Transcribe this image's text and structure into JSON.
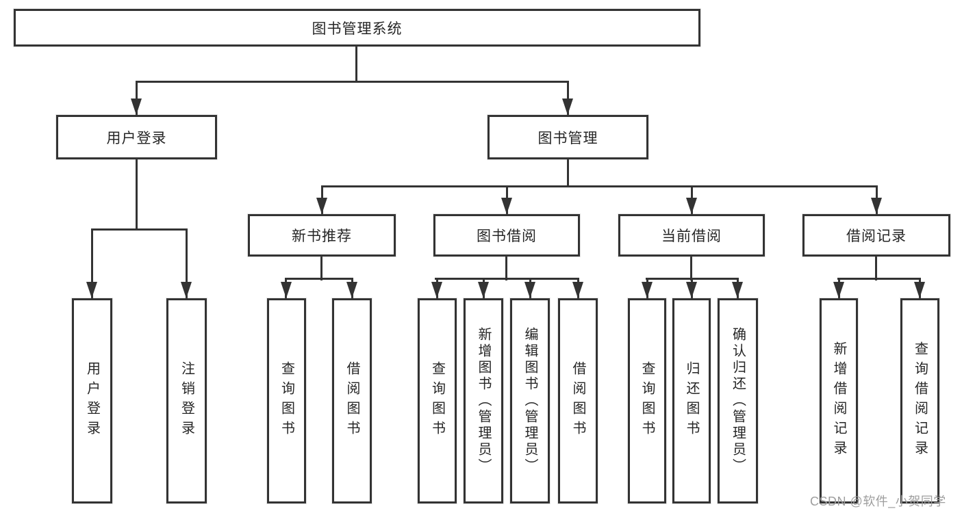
{
  "tree": {
    "root": {
      "label": "图书管理系统",
      "children": [
        {
          "label": "用户登录",
          "children": [
            {
              "label": "用户登录"
            },
            {
              "label": "注销登录"
            }
          ]
        },
        {
          "label": "图书管理",
          "children": [
            {
              "label": "新书推荐",
              "children": [
                {
                  "label": "查询图书"
                },
                {
                  "label": "借阅图书"
                }
              ]
            },
            {
              "label": "图书借阅",
              "children": [
                {
                  "label": "查询图书"
                },
                {
                  "label": "新增图书（管理员）"
                },
                {
                  "label": "编辑图书（管理员）"
                },
                {
                  "label": "借阅图书"
                }
              ]
            },
            {
              "label": "当前借阅",
              "children": [
                {
                  "label": "查询图书"
                },
                {
                  "label": "归还图书"
                },
                {
                  "label": "确认归还（管理员）"
                }
              ]
            },
            {
              "label": "借阅记录",
              "children": [
                {
                  "label": "新增借阅记录"
                },
                {
                  "label": "查询借阅记录"
                }
              ]
            }
          ]
        }
      ]
    }
  },
  "watermark": {
    "text": "CSDN @软件_小贺同学"
  },
  "colors": {
    "line": "#333333",
    "box_border": "#333333",
    "text": "#262626",
    "watermark": "#9e9e9e",
    "background": "#ffffff"
  }
}
